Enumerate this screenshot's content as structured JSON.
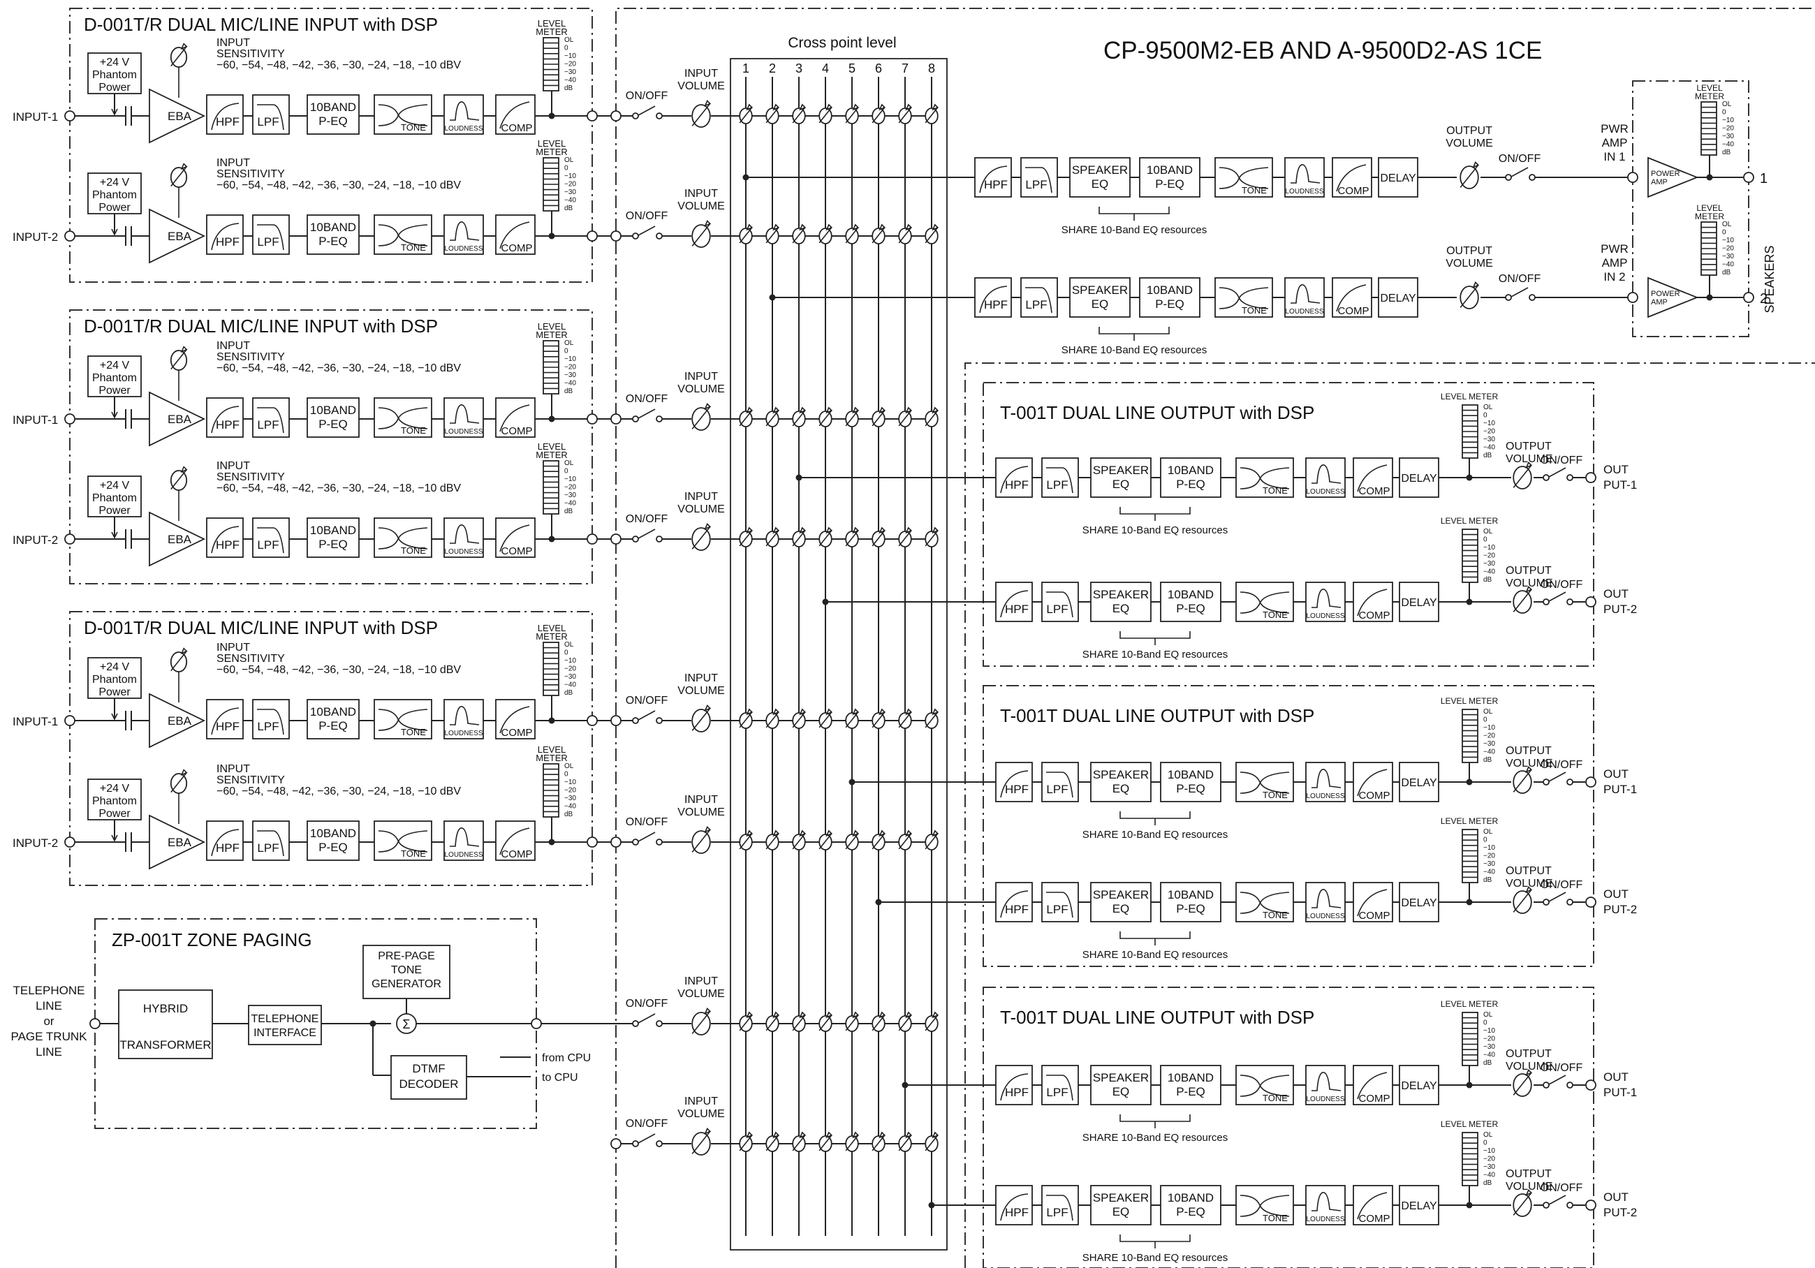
{
  "title": "CP-9500M2-EB AND A-9500D2-AS 1CE",
  "crosspoint": {
    "label": "Cross point level",
    "columns": [
      "1",
      "2",
      "3",
      "4",
      "5",
      "6",
      "7",
      "8"
    ]
  },
  "input_module": {
    "title": "D-001T/R  DUAL MIC/LINE INPUT with DSP",
    "phantom": [
      "+24 V",
      "Phantom",
      "Power"
    ],
    "sensitivity": [
      "INPUT",
      "SENSITIVITY",
      "−60, −54, −48, −42, −36, −30, −24, −18, −10 dBV"
    ],
    "level_meter": [
      "LEVEL",
      "METER"
    ],
    "meter_scale": [
      "OL",
      "0",
      "−10",
      "−20",
      "−30",
      "−40",
      "dB"
    ],
    "blocks": {
      "eba": "EBA",
      "hpf": "HPF",
      "lpf": "LPF",
      "peq": [
        "10BAND",
        "P-EQ"
      ],
      "tone": "TONE",
      "loudness": "LOUDNESS",
      "comp": "COMP"
    },
    "inputs": [
      "INPUT-1",
      "INPUT-2"
    ]
  },
  "channel_strip": {
    "onoff": "ON/OFF",
    "input_volume": [
      "INPUT",
      "VOLUME"
    ]
  },
  "amp_section": {
    "blocks": {
      "hpf": "HPF",
      "lpf": "LPF",
      "speaker_eq": [
        "SPEAKER",
        "EQ"
      ],
      "peq": [
        "10BAND",
        "P-EQ"
      ],
      "tone": "TONE",
      "loudness": "LOUDNESS",
      "comp": "COMP",
      "delay": "DELAY"
    },
    "share": "SHARE 10-Band EQ resources",
    "output_volume": [
      "OUTPUT",
      "VOLUME"
    ],
    "onoff": "ON/OFF",
    "level_meter": [
      "LEVEL",
      "METER"
    ],
    "pwr_amp": [
      [
        "PWR",
        "AMP",
        "IN 1"
      ],
      [
        "PWR",
        "AMP",
        "IN 2"
      ]
    ],
    "power_amp": [
      "POWER",
      "AMP"
    ],
    "speakers": "SPEAKERS",
    "outputs": [
      "1",
      "2"
    ]
  },
  "output_module": {
    "title": "T-001T  DUAL LINE OUTPUT with DSP",
    "level_meter": "LEVEL METER",
    "output_volume": [
      "OUTPUT",
      "VOLUME"
    ],
    "onoff": "ON/OFF",
    "share": "SHARE 10-Band EQ resources",
    "outputs": [
      [
        "OUT",
        "PUT-1"
      ],
      [
        "OUT",
        "PUT-2"
      ]
    ]
  },
  "zone_paging": {
    "title": "ZP-001T  ZONE PAGING",
    "telephone": [
      "TELEPHONE",
      "LINE",
      "or",
      "PAGE TRUNK",
      "LINE"
    ],
    "hybrid": [
      "HYBRID",
      "TRANSFORMER"
    ],
    "interface": [
      "TELEPHONE",
      "INTERFACE"
    ],
    "tone_gen": [
      "PRE-PAGE",
      "TONE",
      "GENERATOR"
    ],
    "dtmf": [
      "DTMF",
      "DECODER"
    ],
    "from_cpu": "from CPU",
    "to_cpu": "to CPU",
    "sum": "Σ"
  }
}
